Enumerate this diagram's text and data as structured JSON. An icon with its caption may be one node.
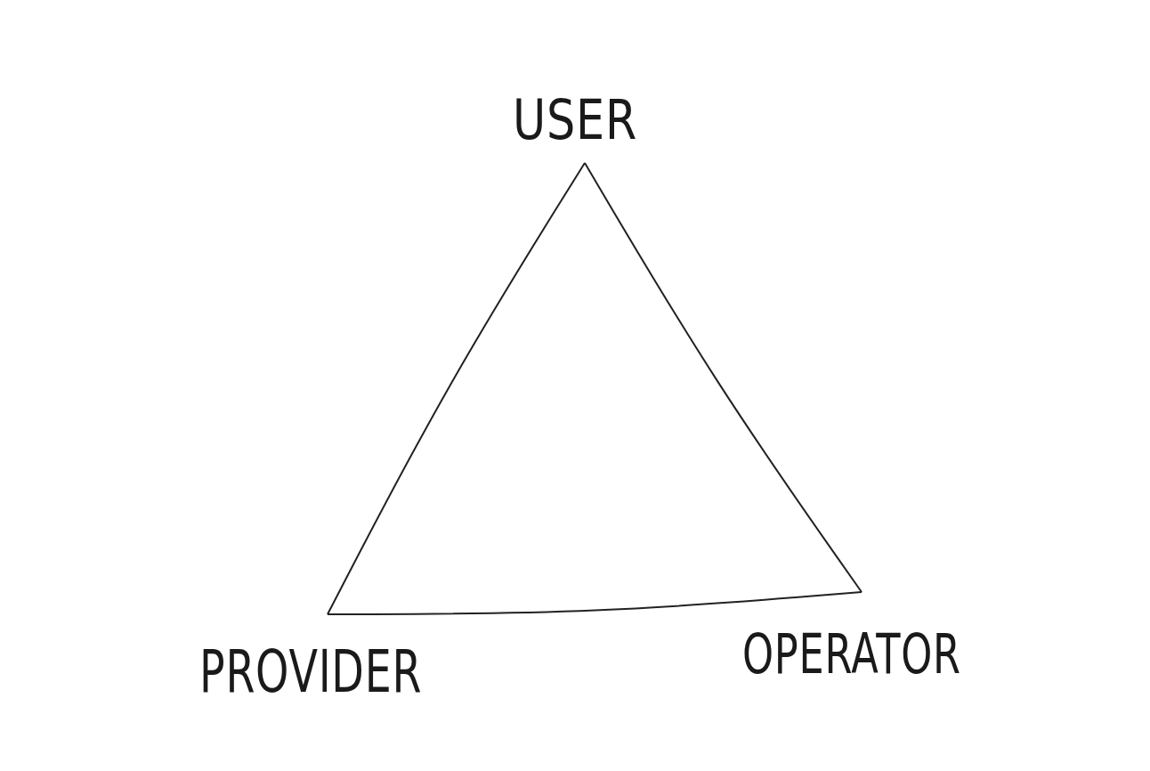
{
  "diagram": {
    "nodes": [
      {
        "text": [
          "USER"
        ]
      },
      {
        "text": [
          "PROVIDER"
        ]
      },
      {
        "text": [
          "OPERATOR"
        ]
      }
    ],
    "edges": [
      {
        "from": 0,
        "to": 1,
        "arrow": "none"
      },
      {
        "from": 0,
        "to": 2,
        "arrow": "none"
      },
      {
        "from": 1,
        "to": 2,
        "arrow": "none"
      }
    ]
  }
}
